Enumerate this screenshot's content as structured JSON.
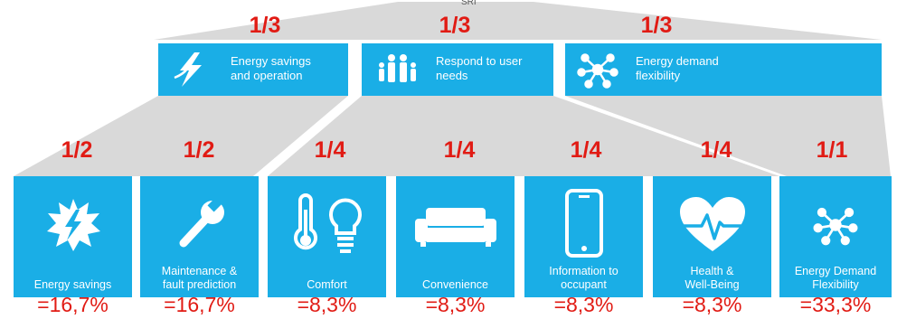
{
  "root": {
    "label": "SRI"
  },
  "domains": [
    {
      "weight": "1/3",
      "label_line1": "Energy savings",
      "label_line2": "and operation",
      "icon": "lightning-icon"
    },
    {
      "weight": "1/3",
      "label_line1": "Respond to user",
      "label_line2": "needs",
      "icon": "family-icon"
    },
    {
      "weight": "1/3",
      "label_line1": "Energy demand",
      "label_line2": "flexibility",
      "icon": "network-icon"
    }
  ],
  "criteria": [
    {
      "weight": "1/2",
      "label_line1": "",
      "label_line2": "Energy savings",
      "percent": "=16,7%",
      "icon": "energy-burst-icon"
    },
    {
      "weight": "1/2",
      "label_line1": "Maintenance &",
      "label_line2": "fault prediction",
      "percent": "=16,7%",
      "icon": "wrench-icon"
    },
    {
      "weight": "1/4",
      "label_line1": "",
      "label_line2": "Comfort",
      "percent": "=8,3%",
      "icon": "thermometer-bulb-icon"
    },
    {
      "weight": "1/4",
      "label_line1": "",
      "label_line2": "Convenience",
      "percent": "=8,3%",
      "icon": "sofa-icon"
    },
    {
      "weight": "1/4",
      "label_line1": "Information to",
      "label_line2": "occupant",
      "percent": "=8,3%",
      "icon": "phone-icon"
    },
    {
      "weight": "1/4",
      "label_line1": "Health &",
      "label_line2": "Well-Being",
      "percent": "=8,3%",
      "icon": "heart-pulse-icon"
    },
    {
      "weight": "1/1",
      "label_line1": "Energy Demand",
      "label_line2": "Flexibility",
      "percent": "=33,3%",
      "icon": "network-icon"
    }
  ],
  "colors": {
    "box": "#1aaee6",
    "weight": "#e11b14",
    "connector": "#d9d9d9"
  }
}
